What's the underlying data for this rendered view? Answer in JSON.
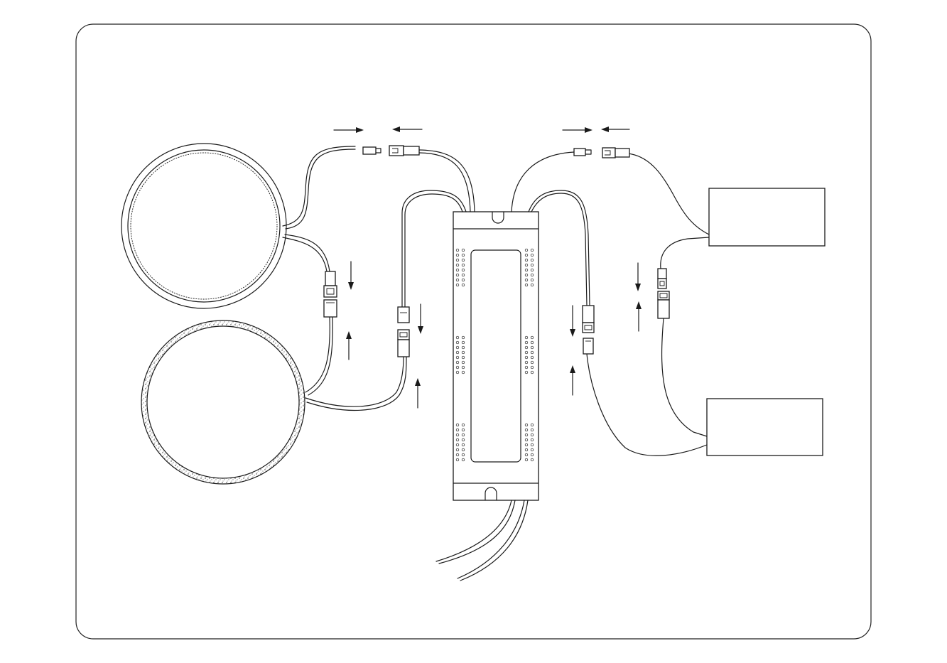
{
  "diagram": {
    "kind": "wiring-illustration",
    "components": {
      "ring_lights": [
        "ring-light-top",
        "ring-light-bottom"
      ],
      "driver": "driver-unit",
      "rect_lights": [
        "rect-light-top",
        "rect-light-bottom"
      ],
      "mains_leads": 2
    },
    "connectors": [
      "connector-top-left",
      "connector-left-vertical",
      "connector-center-left",
      "connector-center-right",
      "connector-top-right",
      "connector-right-vertical"
    ],
    "colors": {
      "line": "#1a1a1a",
      "background": "#ffffff"
    }
  }
}
